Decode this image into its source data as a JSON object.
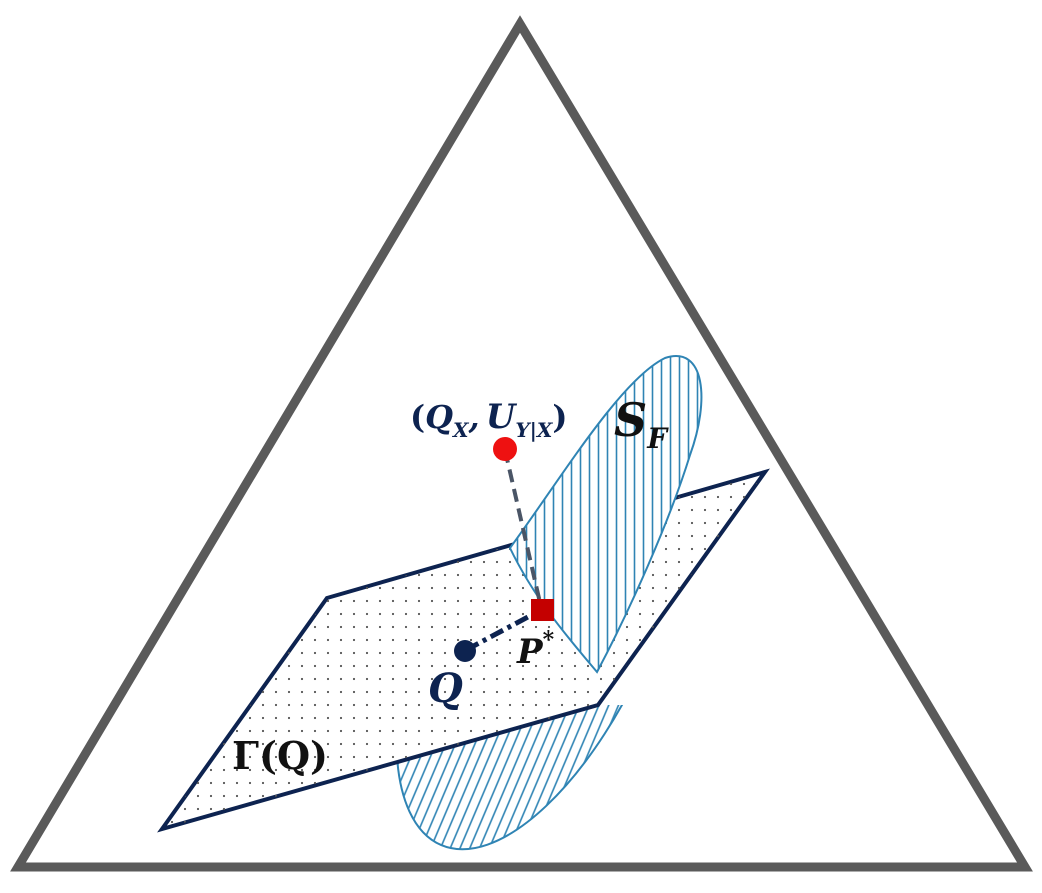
{
  "colors": {
    "triangle": "#5a5a5a",
    "plane_edge": "#0d2350",
    "plane_dots": "#555555",
    "ellipse": "#2f84b4",
    "dash_line": "#4a5566",
    "dash_q": "#0d2350",
    "point_red": "#ee1111",
    "square_red": "#c40000",
    "point_q": "#0d2350",
    "label_text": "#0d2350"
  },
  "labels": {
    "gamma": "Γ(Q)",
    "s_main": "S",
    "s_sub": "F",
    "q": "Q",
    "p_main": "P",
    "p_sup": "*",
    "qu_open": "(",
    "qu_q": "Q",
    "qu_x": "X",
    "qu_comma": ",",
    "qu_u": "U",
    "qu_sub": "Y|X",
    "qu_close": ")"
  }
}
